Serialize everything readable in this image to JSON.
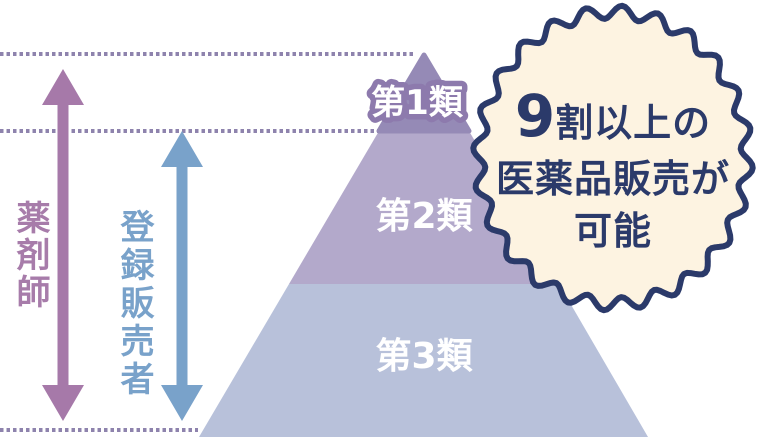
{
  "left_scale": {
    "pharmacist_label": "薬剤師",
    "registered_seller_label": "登録販売者"
  },
  "pyramid": {
    "tier1_label": "第1類",
    "tier2_label": "第2類",
    "tier3_label": "第3類"
  },
  "badge": {
    "line1_big": "9",
    "line1_rest": "割以上の",
    "line2": "医薬品販売が",
    "line3": "可能"
  },
  "colors": {
    "pharmacist_purple": "#a679a9",
    "registered_seller_blue": "#79a2ca",
    "tier1_fill": "#958ab6",
    "tier2_fill": "#b3a9cb",
    "tier3_fill": "#b8c1da",
    "tier1_label_outline": "#8d7aad",
    "badge_background": "#fdf3e1",
    "badge_navy": "#2b3a6a",
    "dotted_line": "#8e83ad"
  }
}
